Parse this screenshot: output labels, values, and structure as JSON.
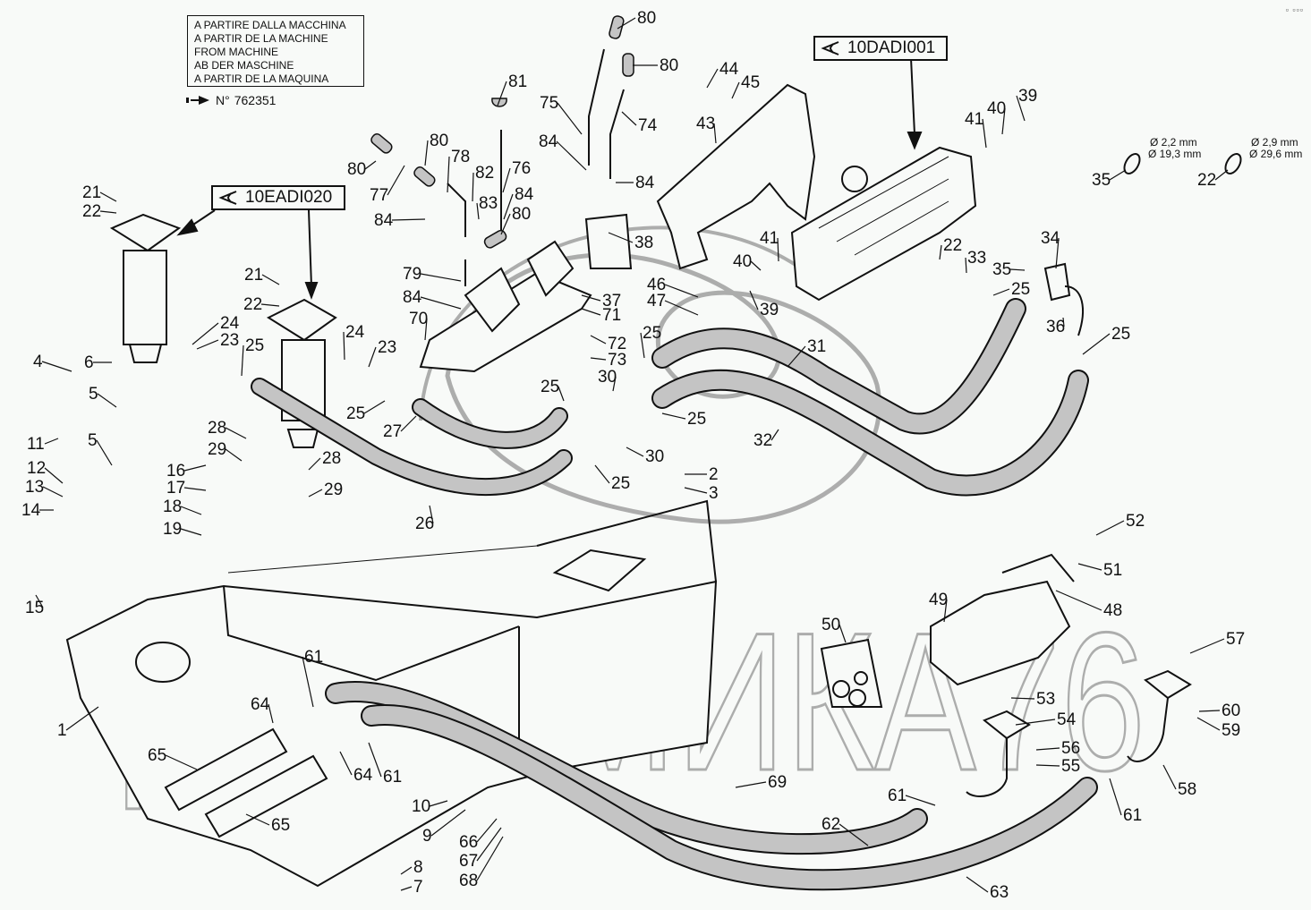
{
  "diagram": {
    "title": "Hydraulic system exploded parts diagram",
    "note": {
      "lines": [
        "A PARTIRE DALLA MACCHINA",
        "A PARTIR DE LA MACHINE",
        "FROM MACHINE",
        "AB DER MASCHINE",
        "A PARTIR DE LA MAQUINA"
      ],
      "serial_prefix": "N°",
      "serial_number": "762351"
    },
    "references": [
      {
        "code": "10EADI020",
        "icon": "view-reference-icon"
      },
      {
        "code": "10DADI001",
        "icon": "view-reference-icon"
      }
    ],
    "oring_specs": [
      {
        "part": "35",
        "cross_section": "Ø 2,2 mm",
        "inner_diameter": "Ø 19,3 mm"
      },
      {
        "part": "22",
        "cross_section": "Ø 2,9 mm",
        "inner_diameter": "Ø 29,6 mm"
      }
    ],
    "watermark": "ДИНАМИКА76",
    "corner_mark": "▫ ▫▫▫",
    "colors": {
      "background": "#f8faf8",
      "line": "#111111",
      "hose_fill": "#c4c4c4",
      "watermark": "#9a9a9a"
    },
    "callouts": [
      {
        "n": "80"
      },
      {
        "n": "80"
      },
      {
        "n": "44"
      },
      {
        "n": "45"
      },
      {
        "n": "81"
      },
      {
        "n": "75"
      },
      {
        "n": "74"
      },
      {
        "n": "43"
      },
      {
        "n": "41"
      },
      {
        "n": "40"
      },
      {
        "n": "39"
      },
      {
        "n": "35"
      },
      {
        "n": "22"
      },
      {
        "n": "80"
      },
      {
        "n": "80"
      },
      {
        "n": "78"
      },
      {
        "n": "84"
      },
      {
        "n": "76"
      },
      {
        "n": "84"
      },
      {
        "n": "77"
      },
      {
        "n": "82"
      },
      {
        "n": "83"
      },
      {
        "n": "84"
      },
      {
        "n": "80"
      },
      {
        "n": "84"
      },
      {
        "n": "38"
      },
      {
        "n": "21"
      },
      {
        "n": "22"
      },
      {
        "n": "41"
      },
      {
        "n": "40"
      },
      {
        "n": "22"
      },
      {
        "n": "33"
      },
      {
        "n": "34"
      },
      {
        "n": "35"
      },
      {
        "n": "25"
      },
      {
        "n": "39"
      },
      {
        "n": "21"
      },
      {
        "n": "22"
      },
      {
        "n": "79"
      },
      {
        "n": "84"
      },
      {
        "n": "37"
      },
      {
        "n": "71"
      },
      {
        "n": "46"
      },
      {
        "n": "47"
      },
      {
        "n": "36"
      },
      {
        "n": "24"
      },
      {
        "n": "23"
      },
      {
        "n": "25"
      },
      {
        "n": "24"
      },
      {
        "n": "23"
      },
      {
        "n": "70"
      },
      {
        "n": "72"
      },
      {
        "n": "73"
      },
      {
        "n": "25"
      },
      {
        "n": "31"
      },
      {
        "n": "25"
      },
      {
        "n": "4"
      },
      {
        "n": "6"
      },
      {
        "n": "30"
      },
      {
        "n": "25"
      },
      {
        "n": "25"
      },
      {
        "n": "5"
      },
      {
        "n": "25"
      },
      {
        "n": "27"
      },
      {
        "n": "32"
      },
      {
        "n": "28"
      },
      {
        "n": "11"
      },
      {
        "n": "5"
      },
      {
        "n": "29"
      },
      {
        "n": "28"
      },
      {
        "n": "30"
      },
      {
        "n": "16"
      },
      {
        "n": "25"
      },
      {
        "n": "2"
      },
      {
        "n": "12"
      },
      {
        "n": "17"
      },
      {
        "n": "29"
      },
      {
        "n": "3"
      },
      {
        "n": "13"
      },
      {
        "n": "14"
      },
      {
        "n": "18"
      },
      {
        "n": "19"
      },
      {
        "n": "26"
      },
      {
        "n": "52"
      },
      {
        "n": "15"
      },
      {
        "n": "51"
      },
      {
        "n": "49"
      },
      {
        "n": "48"
      },
      {
        "n": "50"
      },
      {
        "n": "57"
      },
      {
        "n": "61"
      },
      {
        "n": "53"
      },
      {
        "n": "64"
      },
      {
        "n": "1"
      },
      {
        "n": "54"
      },
      {
        "n": "60"
      },
      {
        "n": "59"
      },
      {
        "n": "56"
      },
      {
        "n": "65"
      },
      {
        "n": "64"
      },
      {
        "n": "61"
      },
      {
        "n": "55"
      },
      {
        "n": "69"
      },
      {
        "n": "58"
      },
      {
        "n": "61"
      },
      {
        "n": "10"
      },
      {
        "n": "62"
      },
      {
        "n": "61"
      },
      {
        "n": "9"
      },
      {
        "n": "65"
      },
      {
        "n": "66"
      },
      {
        "n": "67"
      },
      {
        "n": "68"
      },
      {
        "n": "8"
      },
      {
        "n": "7"
      },
      {
        "n": "63"
      }
    ]
  }
}
